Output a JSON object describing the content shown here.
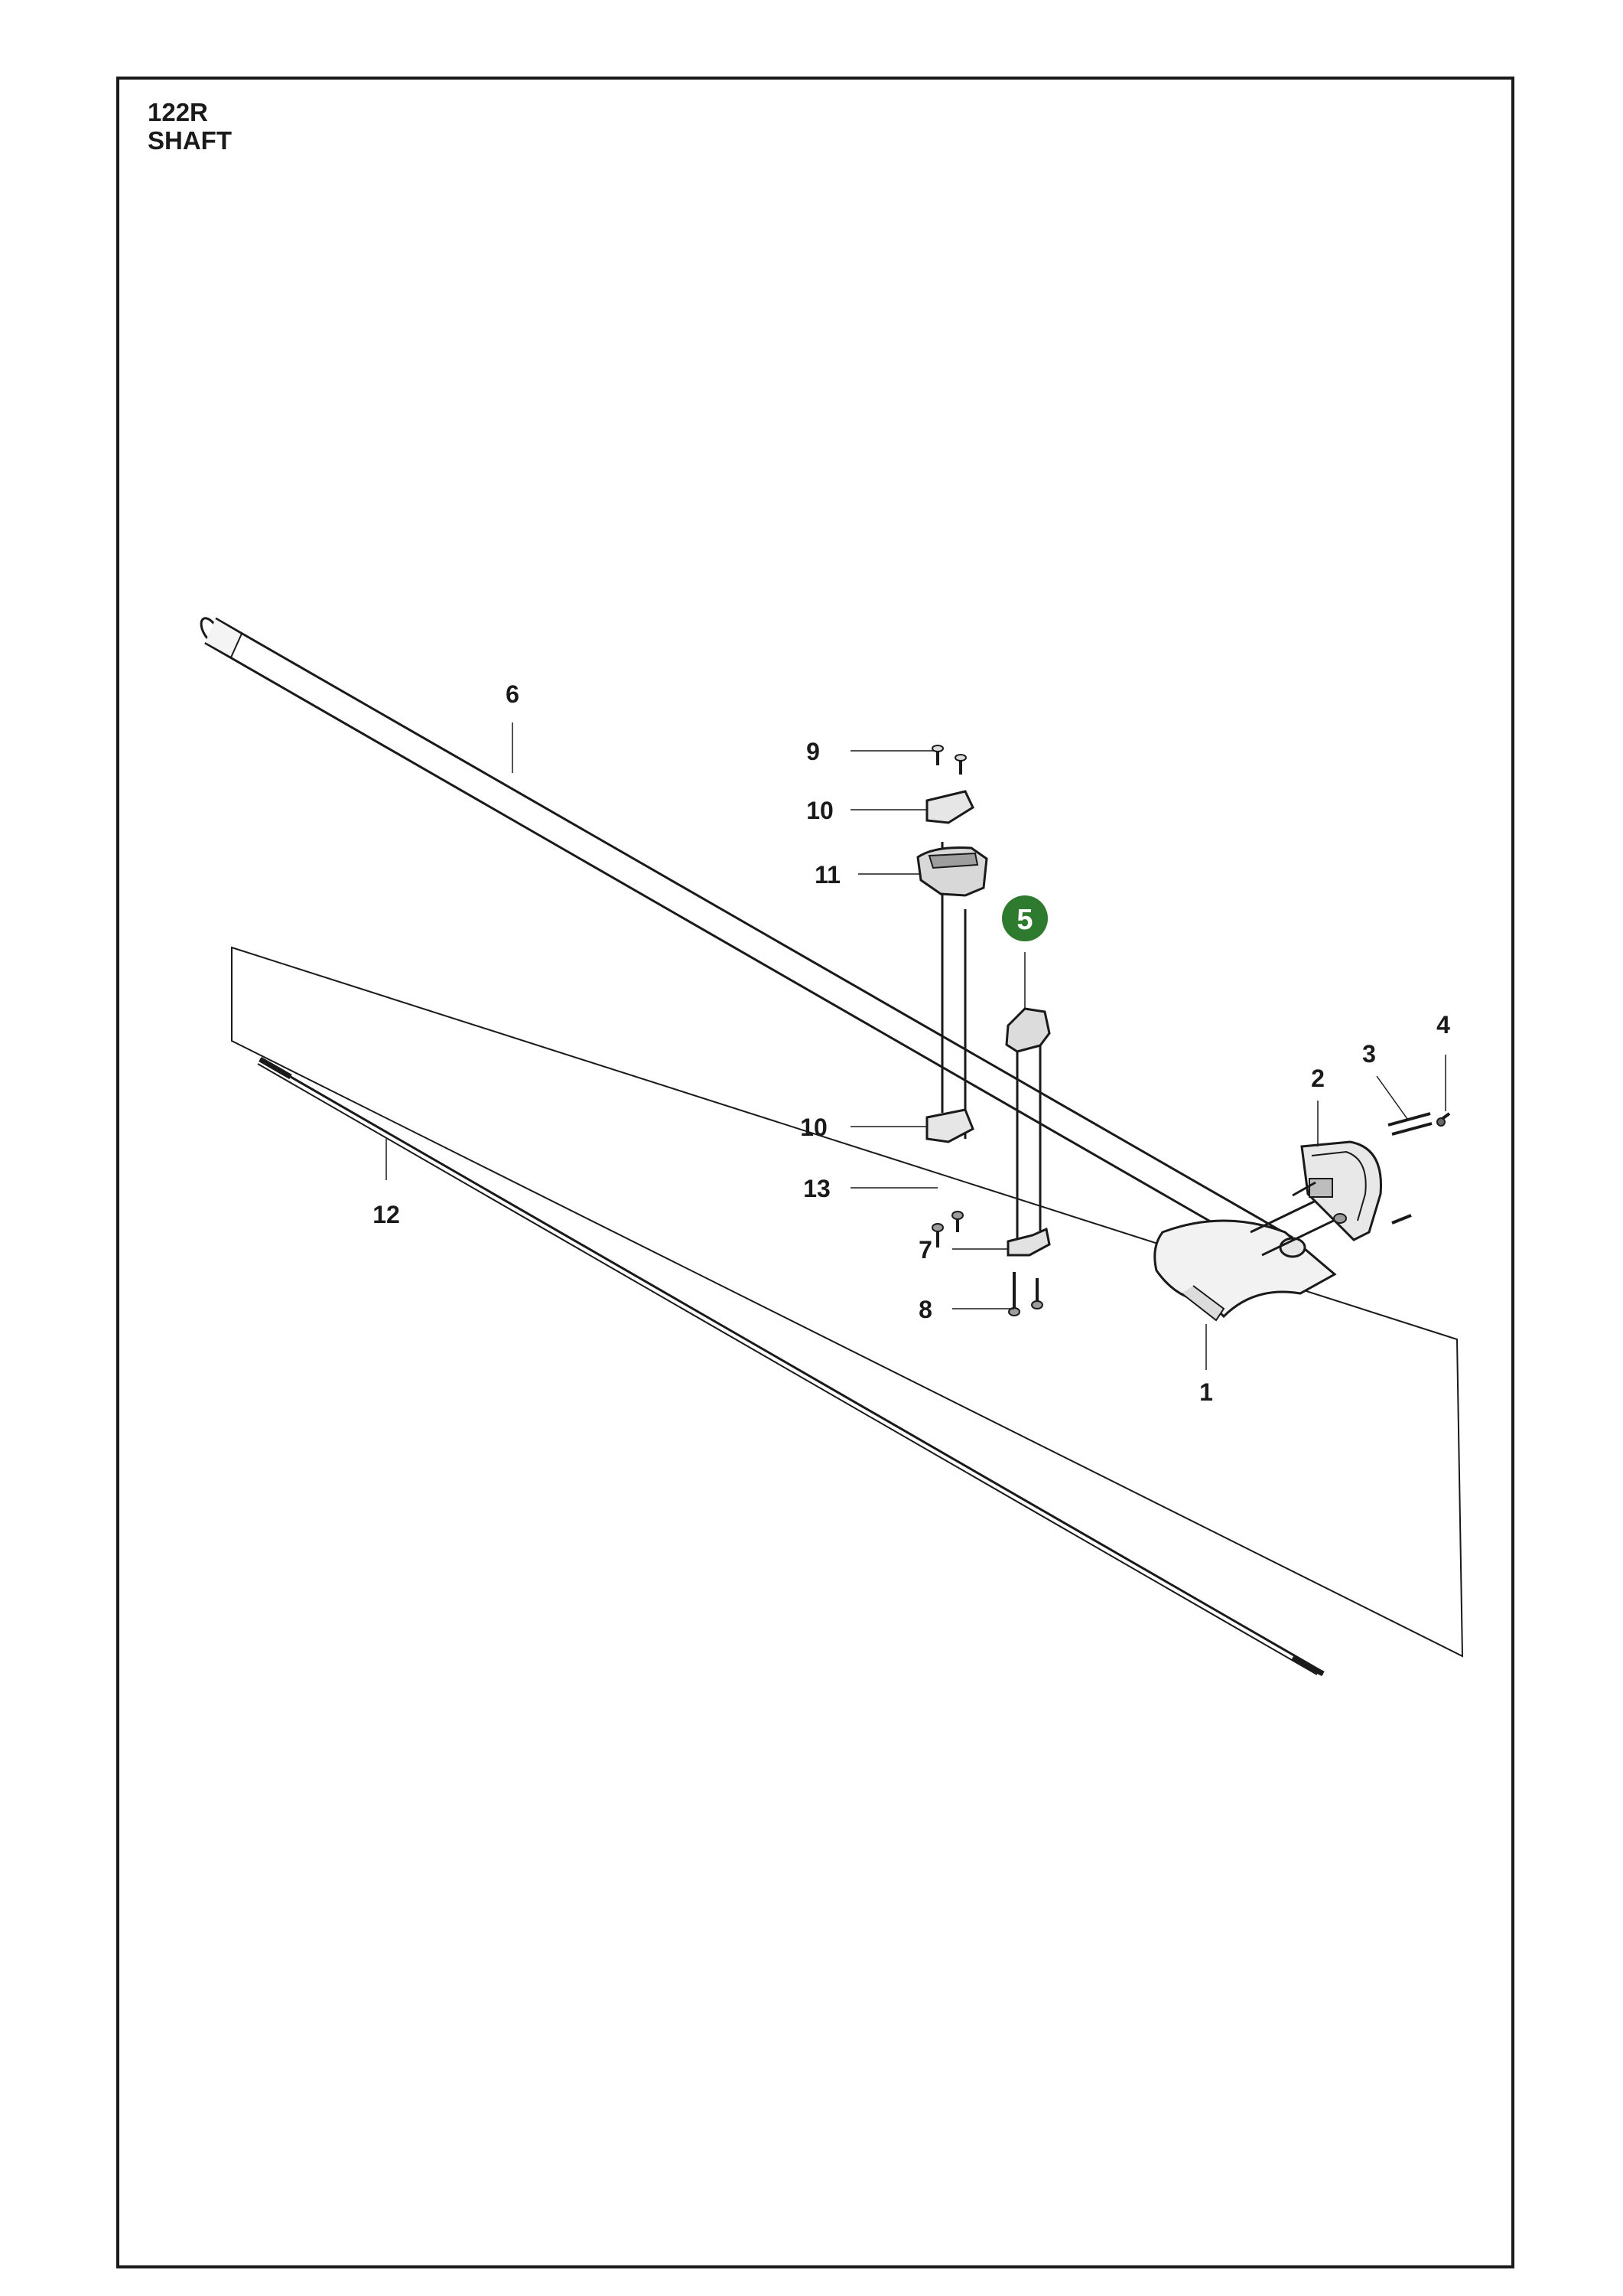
{
  "header": {
    "model": "122R",
    "section": "SHAFT"
  },
  "colors": {
    "line": "#1a1a1a",
    "highlight_badge": "#2e7a2e",
    "badge_text": "#ffffff"
  },
  "callouts": [
    {
      "id": "c1",
      "label": "1"
    },
    {
      "id": "c2",
      "label": "2"
    },
    {
      "id": "c3",
      "label": "3"
    },
    {
      "id": "c4",
      "label": "4"
    },
    {
      "id": "c5",
      "label": "5",
      "highlighted": true
    },
    {
      "id": "c6",
      "label": "6"
    },
    {
      "id": "c7",
      "label": "7"
    },
    {
      "id": "c8",
      "label": "8"
    },
    {
      "id": "c9",
      "label": "9"
    },
    {
      "id": "c10a",
      "label": "10"
    },
    {
      "id": "c10b",
      "label": "10"
    },
    {
      "id": "c11",
      "label": "11"
    },
    {
      "id": "c12",
      "label": "12"
    },
    {
      "id": "c13",
      "label": "13"
    }
  ]
}
